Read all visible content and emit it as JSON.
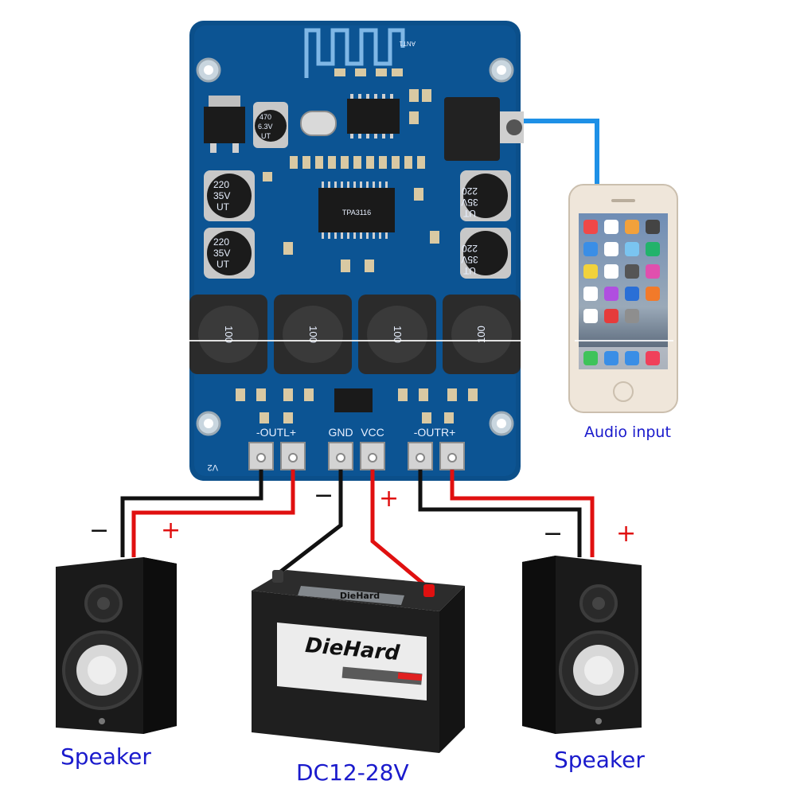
{
  "board": {
    "terminal_labels": {
      "outl": "-OUTL+",
      "gnd": "GND",
      "vcc": "VCC",
      "outr": "-OUTR+"
    },
    "silkscreen": {
      "antenna": "ANT1",
      "version": "V2",
      "chip": "TPA3116",
      "cap_small": [
        "470",
        "6.3V",
        "UT"
      ],
      "cap_large": [
        "220",
        "35V",
        "UT"
      ],
      "inductor": "100"
    }
  },
  "wiring": {
    "negative_sign": "−",
    "positive_sign": "+",
    "negative_color": "#111111",
    "positive_color": "#e01010",
    "audio_cable_color": "#1e90e6"
  },
  "battery": {
    "brand": "DieHard",
    "brand_small": "DieHard"
  },
  "captions": {
    "left_speaker": "Speaker",
    "right_speaker": "Speaker",
    "power": "DC12-28V",
    "audio": "Audio input"
  },
  "colors": {
    "pcb": "#0b4f8a",
    "caption": "#1a1acc"
  }
}
